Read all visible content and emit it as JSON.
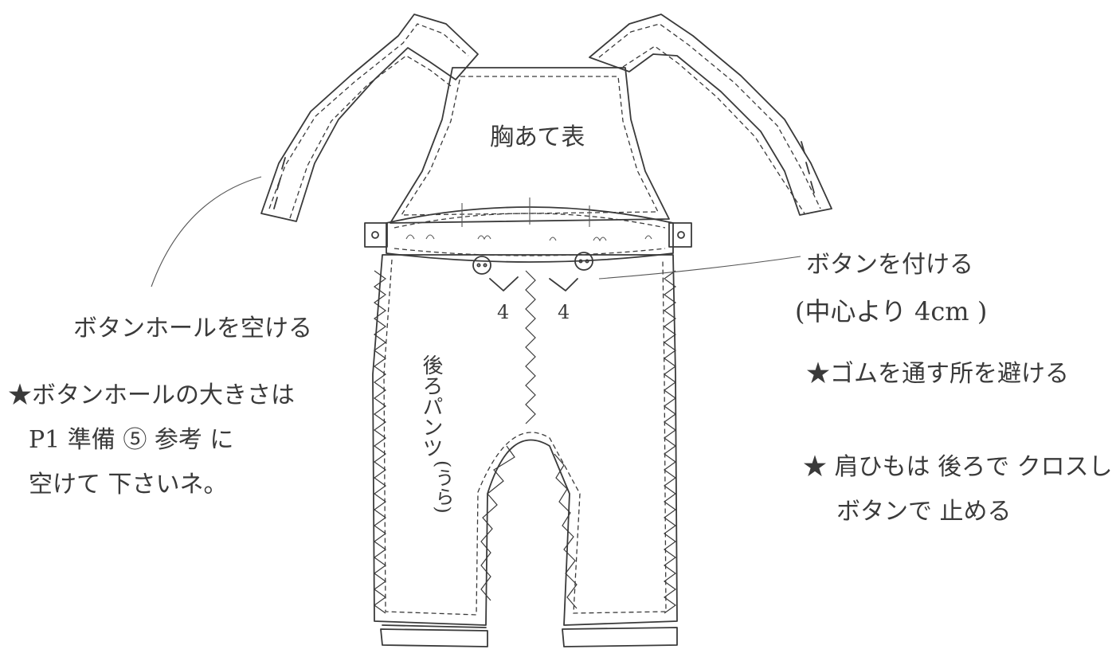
{
  "labels": {
    "bib_front": "胸あて表",
    "back_pants": "後ろパンツ",
    "back_pants_inner": "(うら)",
    "offset_left": "4",
    "offset_right": "4"
  },
  "notes_left": {
    "buttonhole_title": "ボタンホールを空ける",
    "size_line1": "★ボタンホールの大きさは",
    "size_line2": "P1 準備 ⑤ 参考 に",
    "size_line3": "空けて 下さいネ。"
  },
  "notes_right": {
    "attach_button": "ボタンを付ける",
    "from_center": "(中心より 4cm )",
    "avoid_elastic": "★ゴムを通す所を避ける",
    "cross_line1": "★ 肩ひもは 後ろで クロスして",
    "cross_line2": "ボタンで 止める"
  },
  "colors": {
    "ink": "#3a3a3a",
    "paper": "#ffffff"
  }
}
